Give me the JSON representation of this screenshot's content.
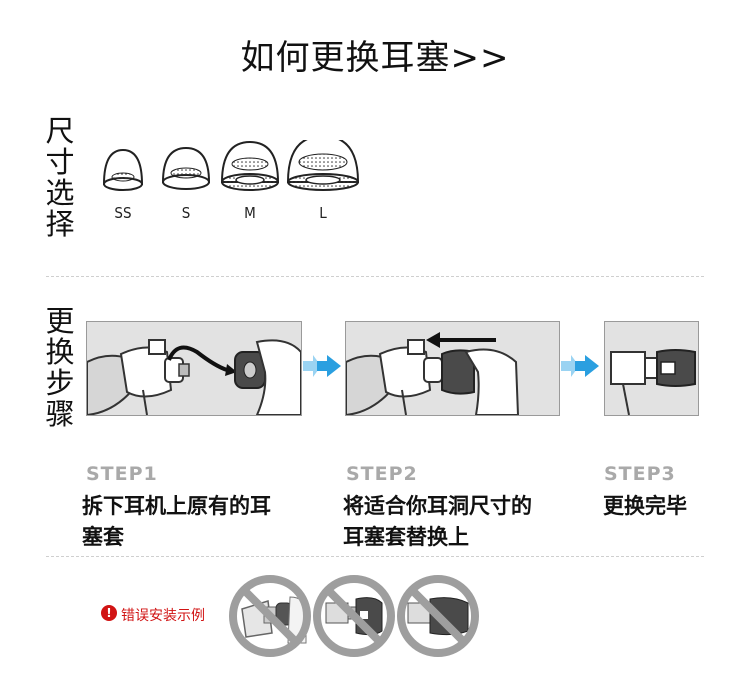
{
  "title": "如何更换耳塞>>",
  "size_section": {
    "label_chars": [
      "尺",
      "寸",
      "选",
      "择"
    ],
    "sizes": [
      "SS",
      "S",
      "M",
      "L"
    ]
  },
  "steps_section": {
    "label_chars": [
      "更",
      "换",
      "步",
      "骤"
    ],
    "steps": [
      {
        "label": "STEP1",
        "desc_line1": "拆下耳机上原有的耳",
        "desc_line2": "塞套"
      },
      {
        "label": "STEP2",
        "desc_line1": "将适合你耳洞尺寸的",
        "desc_line2": "耳塞套替换上"
      },
      {
        "label": "STEP3",
        "desc_line1": "更换完毕",
        "desc_line2": ""
      }
    ]
  },
  "wrong_section": {
    "icon": "!",
    "text": "错误安装示例"
  },
  "colors": {
    "accent_blue": "#2a9fe0",
    "warning_red": "#d11414",
    "step_gray": "#a9a9a9",
    "panel_gray": "#e2e2e2",
    "prohibit_gray": "#9e9e9e"
  }
}
